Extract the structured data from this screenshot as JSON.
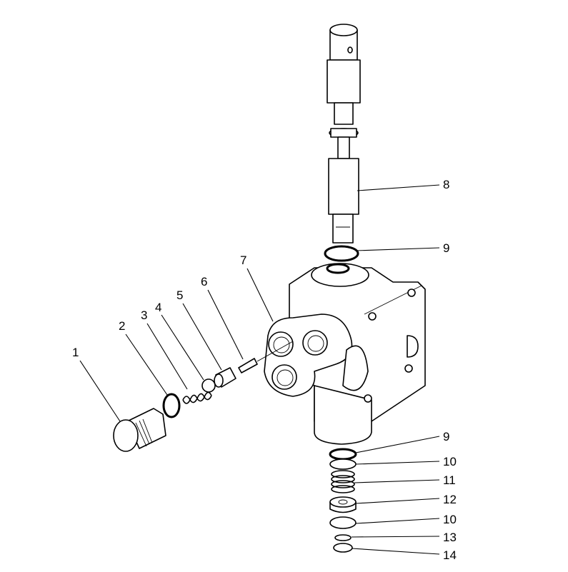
{
  "diagram": {
    "type": "exploded-parts-view",
    "callouts": [
      "1",
      "2",
      "3",
      "4",
      "5",
      "6",
      "7",
      "8",
      "9",
      "9",
      "10",
      "11",
      "12",
      "10",
      "13",
      "14"
    ]
  }
}
